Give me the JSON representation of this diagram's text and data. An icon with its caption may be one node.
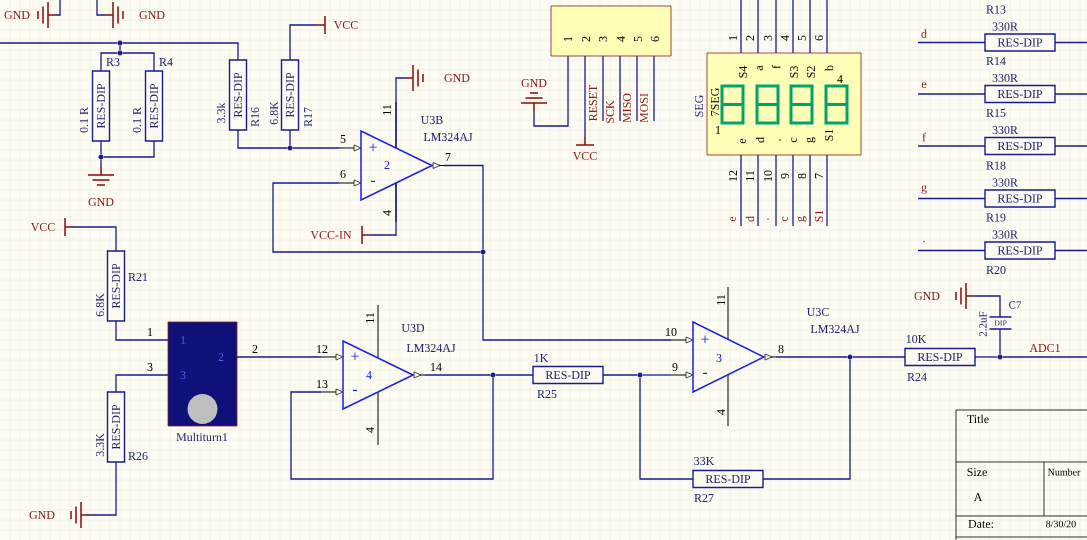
{
  "diagram": {
    "nodes": [
      {
        "text": [
          "GND"
        ]
      },
      {
        "text": [
          "GND"
        ]
      },
      {
        "text": [],
        "shape": "circle"
      },
      {
        "text": [],
        "shape": "circle"
      },
      {
        "text": [
          "RES-DIP"
        ],
        "beside": [
          "R3",
          "0.1 R"
        ]
      },
      {
        "text": [
          "RES-DIP"
        ],
        "beside": [
          "R4",
          "0.1 R"
        ]
      },
      {
        "text": [],
        "shape": "circle"
      },
      {
        "text": [
          "GND"
        ]
      },
      {
        "text": [
          "RES-DIP"
        ],
        "beside": [
          "3.3k",
          "R16"
        ]
      },
      {
        "text": [
          "RES-DIP"
        ],
        "beside": [
          "6.8K",
          "R17"
        ]
      },
      {
        "text": [
          "VCC"
        ]
      },
      {
        "text": [],
        "shape": "circle"
      },
      {
        "text": [
          "+",
          "-",
          "2",
          "U3B",
          "LM324AJ"
        ]
      },
      {
        "text": [
          "GND"
        ]
      },
      {
        "text": [
          "VCC-IN"
        ]
      },
      {
        "text": [],
        "shape": "circle"
      },
      {
        "text": [
          "VCC"
        ]
      },
      {
        "text": [
          "RES-DIP"
        ],
        "beside": [
          "R21",
          "6.8K"
        ]
      },
      {
        "text": [
          "1",
          "2",
          "3"
        ],
        "beside": [
          "Multiturn1"
        ]
      },
      {
        "text": [
          "RES-DIP"
        ],
        "beside": [
          "3.3K",
          "R26"
        ]
      },
      {
        "text": [
          "GND"
        ]
      },
      {
        "text": [
          "+",
          "-",
          "4",
          "U3D",
          "LM324AJ"
        ]
      },
      {
        "text": [],
        "shape": "circle"
      },
      {
        "text": [
          "RES-DIP"
        ],
        "beside": [
          "1K",
          "R25"
        ]
      },
      {
        "text": [],
        "shape": "circle"
      },
      {
        "text": [
          "+",
          "-",
          "3"
        ],
        "beside": [
          "U3C",
          "LM324AJ"
        ]
      },
      {
        "text": [
          "RES-DIP"
        ],
        "beside": [
          "33K",
          "R27"
        ]
      },
      {
        "text": [],
        "shape": "circle"
      },
      {
        "text": [
          "RES-DIP"
        ],
        "beside": [
          "10K",
          "R24"
        ]
      },
      {
        "text": [],
        "shape": "circle"
      },
      {
        "text": [
          "DIP"
        ],
        "beside": [
          "2.2uF",
          "C7"
        ]
      },
      {
        "text": [
          "GND"
        ]
      },
      {
        "text": [
          "1",
          "2",
          "3",
          "4",
          "5",
          "6"
        ]
      },
      {
        "text": [
          "GND"
        ]
      },
      {
        "text": [
          "VCC"
        ]
      },
      {
        "text": [
          "S4",
          "a",
          "f",
          "S3",
          "S2",
          "b",
          "4",
          "7SEG",
          "1",
          "e",
          "d",
          ".",
          "c",
          "g",
          "S1"
        ],
        "beside": [
          "SEG"
        ]
      },
      {
        "text": [
          "RES-DIP"
        ],
        "beside": [
          "R13",
          "330R"
        ]
      },
      {
        "text": [
          "RES-DIP"
        ],
        "beside": [
          "R14",
          "330R"
        ]
      },
      {
        "text": [
          "RES-DIP"
        ],
        "beside": [
          "R15",
          "330R"
        ]
      },
      {
        "text": [
          "RES-DIP"
        ],
        "beside": [
          "R18",
          "330R"
        ]
      },
      {
        "text": [
          "RES-DIP"
        ],
        "beside": [
          "R19",
          "330R"
        ]
      }
    ],
    "edges": [
      {
        "from": 0,
        "to": null,
        "arrow": "none"
      },
      {
        "from": 1,
        "to": null,
        "arrow": "none"
      },
      {
        "from": null,
        "to": 2,
        "arrow": "none"
      },
      {
        "from": 2,
        "to": 3,
        "arrow": "none"
      },
      {
        "from": 2,
        "to": 8,
        "arrow": "none"
      },
      {
        "from": 3,
        "to": 4,
        "arrow": "none"
      },
      {
        "from": 3,
        "to": 5,
        "arrow": "none"
      },
      {
        "from": 4,
        "to": 6,
        "arrow": "none"
      },
      {
        "from": 5,
        "to": 6,
        "arrow": "none"
      },
      {
        "from": 6,
        "to": 7,
        "arrow": "none"
      },
      {
        "from": 9,
        "to": 10,
        "arrow": "none"
      },
      {
        "from": 8,
        "to": 11,
        "arrow": "none"
      },
      {
        "from": 9,
        "to": 11,
        "arrow": "none"
      },
      {
        "from": 11,
        "to": 12,
        "arrow": "none"
      },
      {
        "from": 12,
        "to": 13,
        "arrow": "none"
      },
      {
        "from": 12,
        "to": 14,
        "arrow": "none"
      },
      {
        "from": 12,
        "to": 15,
        "arrow": "none"
      },
      {
        "from": 15,
        "to": 12,
        "arrow": "none"
      },
      {
        "from": 15,
        "to": 25,
        "arrow": "none"
      },
      {
        "from": 16,
        "to": 17,
        "arrow": "none"
      },
      {
        "from": 17,
        "to": 18,
        "arrow": "none"
      },
      {
        "from": 18,
        "to": 19,
        "arrow": "none"
      },
      {
        "from": 19,
        "to": 20,
        "arrow": "none"
      },
      {
        "from": 18,
        "to": 21,
        "arrow": "none"
      },
      {
        "from": 21,
        "to": 22,
        "arrow": "none"
      },
      {
        "from": 22,
        "to": 21,
        "arrow": "none"
      },
      {
        "from": 22,
        "to": 23,
        "arrow": "none"
      },
      {
        "from": 23,
        "to": 24,
        "arrow": "none"
      },
      {
        "from": 24,
        "to": 25,
        "arrow": "none"
      },
      {
        "from": 24,
        "to": 26,
        "arrow": "none"
      },
      {
        "from": 26,
        "to": 27,
        "arrow": "none"
      },
      {
        "from": 25,
        "to": 27,
        "arrow": "none"
      },
      {
        "from": 27,
        "to": 28,
        "arrow": "none"
      },
      {
        "from": 28,
        "to": 29,
        "arrow": "none"
      },
      {
        "from": 29,
        "to": null,
        "arrow": "none",
        "label": "ADC1"
      },
      {
        "from": 29,
        "to": 30,
        "arrow": "none"
      },
      {
        "from": 30,
        "to": 31,
        "arrow": "none"
      },
      {
        "from": 32,
        "to": 33,
        "arrow": "none"
      },
      {
        "from": 32,
        "to": 34,
        "arrow": "none"
      },
      {
        "from": 32,
        "to": null,
        "arrow": "none",
        "label": "RESET"
      },
      {
        "from": 32,
        "to": null,
        "arrow": "none",
        "label": "SCK"
      },
      {
        "from": 32,
        "to": null,
        "arrow": "none",
        "label": "MISO"
      },
      {
        "from": 32,
        "to": null,
        "arrow": "none",
        "label": "MOSI"
      },
      {
        "from": 35,
        "to": null,
        "arrow": "none"
      },
      {
        "from": 35,
        "to": null,
        "arrow": "none"
      },
      {
        "from": 35,
        "to": null,
        "arrow": "none"
      },
      {
        "from": 35,
        "to": null,
        "arrow": "none"
      },
      {
        "from": 35,
        "to": null,
        "arrow": "none"
      },
      {
        "from": 35,
        "to": null,
        "arrow": "none"
      },
      {
        "from": 35,
        "to": null,
        "arrow": "none",
        "label": "e"
      },
      {
        "from": 35,
        "to": null,
        "arrow": "none",
        "label": "d"
      },
      {
        "from": 35,
        "to": null,
        "arrow": "none",
        "label": "."
      },
      {
        "from": 35,
        "to": null,
        "arrow": "none",
        "label": "c"
      },
      {
        "from": 35,
        "to": null,
        "arrow": "none",
        "label": "g"
      },
      {
        "from": 35,
        "to": null,
        "arrow": "none",
        "label": "S1"
      },
      {
        "from": null,
        "to": 36,
        "arrow": "none",
        "label": "d"
      },
      {
        "from": null,
        "to": 37,
        "arrow": "none",
        "label": "e"
      },
      {
        "from": null,
        "to": 38,
        "arrow": "none",
        "label": "f"
      },
      {
        "from": null,
        "to": 39,
        "arrow": "none",
        "label": "g"
      },
      {
        "from": null,
        "to": 40,
        "arrow": "none",
        "label": "."
      },
      {
        "from": 36,
        "to": null,
        "arrow": "none"
      },
      {
        "from": 37,
        "to": null,
        "arrow": "none"
      },
      {
        "from": 38,
        "to": null,
        "arrow": "none"
      },
      {
        "from": 39,
        "to": null,
        "arrow": "none"
      },
      {
        "from": 40,
        "to": null,
        "arrow": "none"
      }
    ],
    "labels": [
      "R20",
      "11",
      "5",
      "7",
      "6",
      "4",
      "1",
      "2",
      "3",
      "4",
      "5",
      "6",
      "12",
      "11",
      "10",
      "9",
      "8",
      "7",
      "11",
      "1",
      "2",
      "12",
      "3",
      "14",
      "13",
      "4",
      "11",
      "10",
      "8",
      "9",
      "4",
      "Title",
      "Size",
      "Number",
      "A",
      "Date:",
      "8/30/20"
    ]
  }
}
